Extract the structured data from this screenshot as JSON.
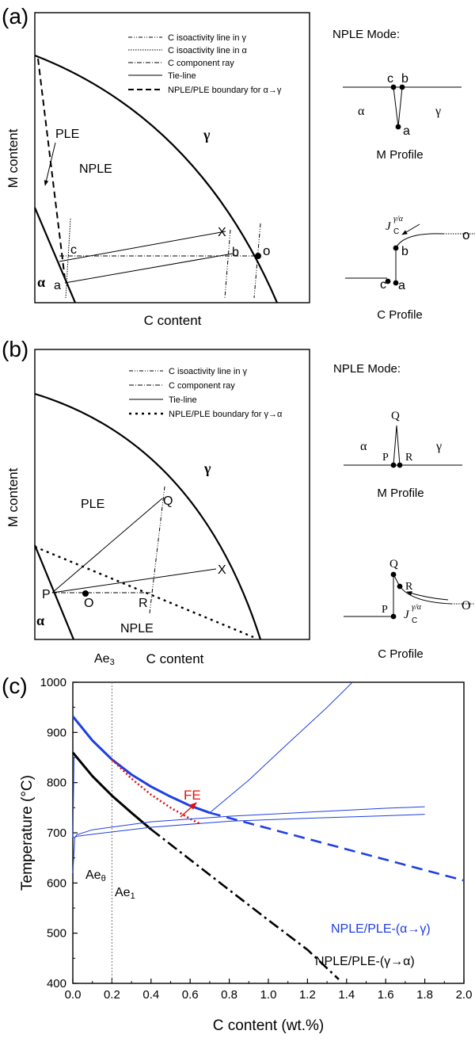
{
  "panel_a": {
    "label": "(a)",
    "xlabel": "C content",
    "ylabel": "M content",
    "legend": [
      {
        "text": "C isoactivity line in γ",
        "style": "dashdotdot"
      },
      {
        "text": "C isoactivity line in α",
        "style": "dotted"
      },
      {
        "text": "C component ray",
        "style": "dashdot"
      },
      {
        "text": "Tie-line",
        "style": "solid"
      },
      {
        "text": "NPLE/PLE boundary for α→γ",
        "style": "bold-dash"
      }
    ],
    "region_labels": {
      "gamma": "γ",
      "alpha": "α",
      "nple": "NPLE",
      "ple": "PLE"
    },
    "points": {
      "a": "a",
      "b": "b",
      "c": "c",
      "o": "o",
      "x": "X"
    },
    "mode_title": "NPLE Mode:",
    "m_profile": {
      "title": "M Profile",
      "alpha": "α",
      "gamma": "γ",
      "c": "c",
      "b": "b",
      "a": "a"
    },
    "c_profile": {
      "title": "C Profile",
      "flux": "J",
      "flux_sub": "C",
      "flux_sup": "γ/α",
      "o": "o",
      "b": "b",
      "c": "c",
      "a": "a"
    }
  },
  "panel_b": {
    "label": "(b)",
    "xlabel": "C content",
    "ylabel": "M content",
    "legend": [
      {
        "text": "C isoactivity line in γ",
        "style": "dashdotdot"
      },
      {
        "text": "C component ray",
        "style": "dashdot"
      },
      {
        "text": "Tie-line",
        "style": "solid"
      },
      {
        "text": "NPLE/PLE boundary for γ→α",
        "style": "bold-dot"
      }
    ],
    "region_labels": {
      "gamma": "γ",
      "alpha": "α",
      "nple": "NPLE",
      "ple": "PLE"
    },
    "points": {
      "p": "P",
      "o": "O",
      "r": "R",
      "q": "Q",
      "x": "X"
    },
    "mode_title": "NPLE Mode:",
    "m_profile": {
      "title": "M Profile",
      "alpha": "α",
      "gamma": "γ",
      "q": "Q",
      "p": "P",
      "r": "R"
    },
    "c_profile": {
      "title": "C Profile",
      "flux": "J",
      "flux_sub": "C",
      "flux_sup": "γ/α",
      "o": "O",
      "q": "Q",
      "r": "R",
      "p": "P"
    }
  },
  "panel_c": {
    "label": "(c)",
    "chart_data": {
      "type": "line",
      "xlabel": "C content (wt.%)",
      "ylabel": "Temperature (°C)",
      "xlim": [
        0.0,
        2.0
      ],
      "ylim": [
        400,
        1000
      ],
      "xticks": [
        "0.0",
        "0.2",
        "0.4",
        "0.6",
        "0.8",
        "1.0",
        "1.2",
        "1.4",
        "1.6",
        "1.8",
        "2.0"
      ],
      "yticks": [
        "400",
        "500",
        "600",
        "700",
        "800",
        "900",
        "1000"
      ],
      "reference_line_x": 0.2,
      "series": [
        {
          "name": "Ae3",
          "color": "#1f3fe0",
          "style": "thick",
          "x": [
            0.0,
            0.1,
            0.2,
            0.3,
            0.4,
            0.5,
            0.6,
            0.7
          ],
          "y": [
            932,
            884,
            846,
            816,
            792,
            772,
            754,
            740
          ]
        },
        {
          "name": "NPLE/PLE-(α→γ)",
          "color": "#1f3fe0",
          "style": "dashed",
          "x": [
            0.7,
            2.0
          ],
          "y": [
            740,
            605
          ]
        },
        {
          "name": "Ae1",
          "color": "#000000",
          "style": "thick",
          "x": [
            0.0,
            0.1,
            0.2,
            0.3,
            0.4
          ],
          "y": [
            860,
            813,
            774,
            740,
            707
          ]
        },
        {
          "name": "NPLE/PLE-(γ→α)",
          "color": "#000000",
          "style": "dashdot",
          "x": [
            0.4,
            0.8,
            1.0,
            1.2,
            1.36
          ],
          "y": [
            707,
            586,
            526,
            467,
            408
          ]
        },
        {
          "name": "FE",
          "color": "#e01010",
          "style": "dotted",
          "x": [
            0.2,
            0.3,
            0.4,
            0.5,
            0.6,
            0.65
          ],
          "y": [
            846,
            808,
            776,
            750,
            728,
            718
          ]
        },
        {
          "name": "Aeθ",
          "color": "#1f3fe0",
          "style": "thin",
          "x": [
            0.0,
            0.01,
            0.02,
            0.1,
            0.4,
            0.8,
            1.2,
            1.6,
            1.8
          ],
          "y": [
            620,
            690,
            696,
            706,
            722,
            733,
            741,
            749,
            752
          ]
        },
        {
          "name": "",
          "color": "#1f3fe0",
          "style": "thin",
          "x": [
            0.0,
            0.02,
            0.1,
            0.4,
            0.8,
            1.2,
            1.6,
            1.8
          ],
          "y": [
            690,
            693,
            697,
            711,
            723,
            729,
            734,
            737
          ]
        },
        {
          "name": "",
          "color": "#1f3fe0",
          "style": "thin",
          "x": [
            0.7,
            0.9,
            1.1,
            1.3,
            1.43
          ],
          "y": [
            740,
            805,
            878,
            950,
            1000
          ]
        },
        {
          "name": "",
          "color": "#1f3fe0",
          "style": "thin",
          "x": [
            0.0,
            0.003,
            0.006
          ],
          "y": [
            690,
            760,
            850
          ]
        }
      ],
      "annotations": {
        "ae3": "Ae3",
        "ae3_main": "Ae",
        "ae3_sub": "3",
        "ae1": "Ae1",
        "ae1_main": "Ae",
        "ae1_sub": "1",
        "aetheta": "Aeθ",
        "aetheta_main": "Ae",
        "aetheta_sub": "θ",
        "fe": "FE",
        "nple_ag": "NPLE/PLE-(α→γ)",
        "nple_ga": "NPLE/PLE-(γ→α)"
      }
    }
  }
}
